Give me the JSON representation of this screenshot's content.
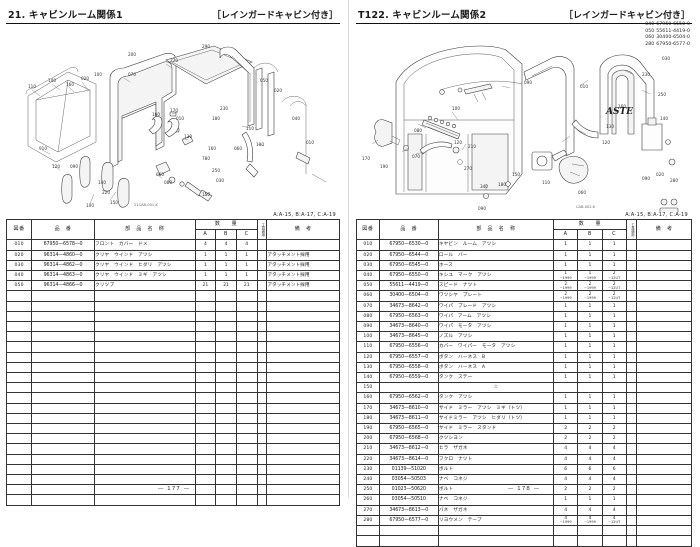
{
  "left_page": {
    "title": "21. キャビンルーム関係1",
    "subtitle": "［レインガードキャビン付き］",
    "ref_note": "A:A-15,  B:A-17,  C:A-19",
    "page_number": "— 177 —",
    "figure_code": "21CAB-001-K",
    "table": {
      "headers": {
        "no": "図番",
        "code": "品　番",
        "name": "部　品　名　称",
        "qty_group": "数　　量",
        "qty_a": "A",
        "qty_b": "B",
        "qty_c": "C",
        "work": "工具適用",
        "remarks": "備　考"
      },
      "rows": [
        {
          "no": "010",
          "code": "67950—6578—0",
          "name": "フロント　カバー　ドメ",
          "a": "4",
          "b": "4",
          "c": "4",
          "work": "",
          "remarks": ""
        },
        {
          "no": "020",
          "code": "96314—4860—0",
          "name": "クリヤ　ウインド　アツシ",
          "a": "1",
          "b": "1",
          "c": "1",
          "work": "",
          "remarks": "アタッチメント採用"
        },
        {
          "no": "030",
          "code": "96314—4862—0",
          "name": "クリヤ　ウインド　ヒダリ　アツシ",
          "a": "1",
          "b": "1",
          "c": "1",
          "work": "",
          "remarks": "アタッチメント採用"
        },
        {
          "no": "040",
          "code": "96314—4863—0",
          "name": "クリヤ　ウインド　ミギ　アツシ",
          "a": "1",
          "b": "1",
          "c": "1",
          "work": "",
          "remarks": "アタッチメント採用"
        },
        {
          "no": "050",
          "code": "96314—4866—0",
          "name": "クリツプ",
          "a": "21",
          "b": "21",
          "c": "21",
          "work": "",
          "remarks": "アタッチメント採用"
        }
      ],
      "blank_rows": 21
    },
    "callouts": [
      "010",
      "020",
      "030",
      "040",
      "050",
      "060",
      "070",
      "080",
      "090",
      "100",
      "110",
      "120",
      "130",
      "140",
      "150",
      "160",
      "170",
      "180",
      "190",
      "200",
      "210",
      "220",
      "230",
      "240",
      "250",
      "260",
      "270"
    ]
  },
  "right_page": {
    "title": "T122. キャビンルーム関係2",
    "subtitle": "［レインガードキャビン付き］",
    "ref_note": "A:A-15,  B:A-17,  C:A-19",
    "page_number": "— 178 —",
    "figure_code": "CAB-002-K",
    "corner_parts": [
      {
        "no": "040",
        "code": "67950-6550-0"
      },
      {
        "no": "050",
        "code": "55611-4419-0"
      },
      {
        "no": "060",
        "code": "30400-6504-0"
      },
      {
        "no": "280",
        "code": "67950-6577-0"
      }
    ],
    "logo_text": "ASTE",
    "table": {
      "headers": {
        "no": "図番",
        "code": "品　番",
        "name": "部　品　名　称",
        "qty_group": "数　　量",
        "qty_a": "A",
        "qty_b": "B",
        "qty_c": "C",
        "work": "工具適用",
        "remarks": "備　考"
      },
      "rows": [
        {
          "no": "010",
          "code": "67950—6530—0",
          "name": "キヤビン　ルーム　アツシ",
          "a": "1",
          "b": "1",
          "c": "1",
          "work": "",
          "remarks": ""
        },
        {
          "no": "020",
          "code": "67950—6544—0",
          "name": "ロール　バー",
          "a": "1",
          "b": "1",
          "c": "1",
          "work": "",
          "remarks": ""
        },
        {
          "no": "030",
          "code": "67950—6545—0",
          "name": "ホース",
          "a": "1",
          "b": "1",
          "c": "1",
          "work": "",
          "remarks": ""
        },
        {
          "no": "040",
          "code": "67950—6550—0",
          "name": "キシユ　マーク　アツシ",
          "a": "1",
          "ad": "~1999",
          "b": "1",
          "bd": "~1999",
          "c": "2",
          "cd": "~12UT",
          "work": "",
          "remarks": ""
        },
        {
          "no": "050",
          "code": "55611—4419—0",
          "name": "スピード　ナツト",
          "a": "2",
          "ad": "~1999",
          "b": "2",
          "bd": "~1999",
          "c": "2",
          "cd": "~12UT",
          "work": "",
          "remarks": ""
        },
        {
          "no": "060",
          "code": "30400—6504—0",
          "name": "ワツシヤ　プレート",
          "a": "2",
          "ad": "~1999",
          "b": "2",
          "bd": "~1999",
          "c": "2",
          "cd": "~12UT",
          "work": "",
          "remarks": ""
        },
        {
          "no": "070",
          "code": "34673—8642—0",
          "name": "ワイパ　ブレード　アツシ",
          "a": "1",
          "b": "1",
          "c": "1",
          "work": "",
          "remarks": ""
        },
        {
          "no": "080",
          "code": "67950—6563—0",
          "name": "ワイパ　アーム　アツシ",
          "a": "1",
          "b": "1",
          "c": "1",
          "work": "",
          "remarks": ""
        },
        {
          "no": "090",
          "code": "34673—8640—0",
          "name": "ワイパ　モータ　アツシ",
          "a": "1",
          "b": "1",
          "c": "1",
          "work": "",
          "remarks": ""
        },
        {
          "no": "100",
          "code": "34673—8645—0",
          "name": "ノズル　アツシ",
          "a": "1",
          "b": "1",
          "c": "1",
          "work": "",
          "remarks": ""
        },
        {
          "no": "110",
          "code": "67950—6556—0",
          "name": "カバー　ワイパー　モータ　アツシ",
          "a": "1",
          "b": "1",
          "c": "1",
          "work": "",
          "remarks": ""
        },
        {
          "no": "120",
          "code": "67950—6557—0",
          "name": "ボタン　ハーネス　B",
          "a": "1",
          "b": "1",
          "c": "1",
          "work": "",
          "remarks": ""
        },
        {
          "no": "130",
          "code": "67950—6558—0",
          "name": "ボタン　ハーネス　A",
          "a": "1",
          "b": "1",
          "c": "1",
          "work": "",
          "remarks": ""
        },
        {
          "no": "140",
          "code": "67950—6559—0",
          "name": "タンク　ステー",
          "a": "1",
          "b": "1",
          "c": "1",
          "work": "",
          "remarks": ""
        },
        {
          "no": "150",
          "code": "",
          "name": "",
          "star": "☆",
          "a": "",
          "b": "",
          "c": "",
          "work": "",
          "remarks": ""
        },
        {
          "no": "160",
          "code": "67950—6562—0",
          "name": "タンク　アツシ",
          "a": "1",
          "b": "1",
          "c": "1",
          "work": "",
          "remarks": ""
        },
        {
          "no": "170",
          "code": "34673—8610—0",
          "name": "サイド　ミラー　アツシ　ミギ（トツ）",
          "a": "1",
          "b": "1",
          "c": "1",
          "work": "",
          "remarks": ""
        },
        {
          "no": "180",
          "code": "34673—8611—0",
          "name": "サイドミラー　アツシ　ヒダリ（トツ）",
          "a": "1",
          "b": "1",
          "c": "1",
          "work": "",
          "remarks": ""
        },
        {
          "no": "190",
          "code": "67950—6565—0",
          "name": "サイド　ミラー　スタンド",
          "a": "2",
          "b": "2",
          "c": "2",
          "work": "",
          "remarks": ""
        },
        {
          "no": "200",
          "code": "67950—6568—0",
          "name": "クツシヨン",
          "a": "2",
          "b": "2",
          "c": "2",
          "work": "",
          "remarks": ""
        },
        {
          "no": "210",
          "code": "34673—8612—0",
          "name": "ヒラ　ザガネ",
          "a": "4",
          "b": "4",
          "c": "4",
          "work": "",
          "remarks": ""
        },
        {
          "no": "220",
          "code": "34673—8614—0",
          "name": "フクロ　ナツト",
          "a": "4",
          "b": "4",
          "c": "4",
          "work": "",
          "remarks": ""
        },
        {
          "no": "230",
          "code": "01139—51020",
          "name": "ボルト",
          "a": "6",
          "b": "6",
          "c": "6",
          "work": "",
          "remarks": ""
        },
        {
          "no": "240",
          "code": "03054—50503",
          "name": "ナベ　コネジ",
          "a": "4",
          "b": "4",
          "c": "4",
          "work": "",
          "remarks": ""
        },
        {
          "no": "250",
          "code": "01023—50620",
          "name": "ボルト",
          "a": "2",
          "b": "2",
          "c": "2",
          "work": "",
          "remarks": ""
        },
        {
          "no": "260",
          "code": "03054—50510",
          "name": "ナベ　コネジ",
          "a": "1",
          "b": "1",
          "c": "1",
          "work": "",
          "remarks": ""
        },
        {
          "no": "270",
          "code": "34673—8613—0",
          "name": "バネ　ザガネ",
          "a": "4",
          "b": "4",
          "c": "4",
          "work": "",
          "remarks": ""
        },
        {
          "no": "280",
          "code": "67950—6577—0",
          "name": "リヨウメン　テープ",
          "a": "4",
          "ad": "~1999",
          "b": "4",
          "bd": "~1999",
          "c": "4",
          "cd": "~12UT",
          "work": "",
          "remarks": ""
        }
      ],
      "blank_rows": 2
    },
    "callouts": [
      "010",
      "020",
      "030",
      "040",
      "050",
      "060",
      "070",
      "080",
      "090",
      "100",
      "110",
      "120",
      "130",
      "140",
      "150",
      "160",
      "170",
      "180",
      "190",
      "200",
      "210",
      "230",
      "240",
      "250",
      "260",
      "270",
      "280"
    ]
  }
}
